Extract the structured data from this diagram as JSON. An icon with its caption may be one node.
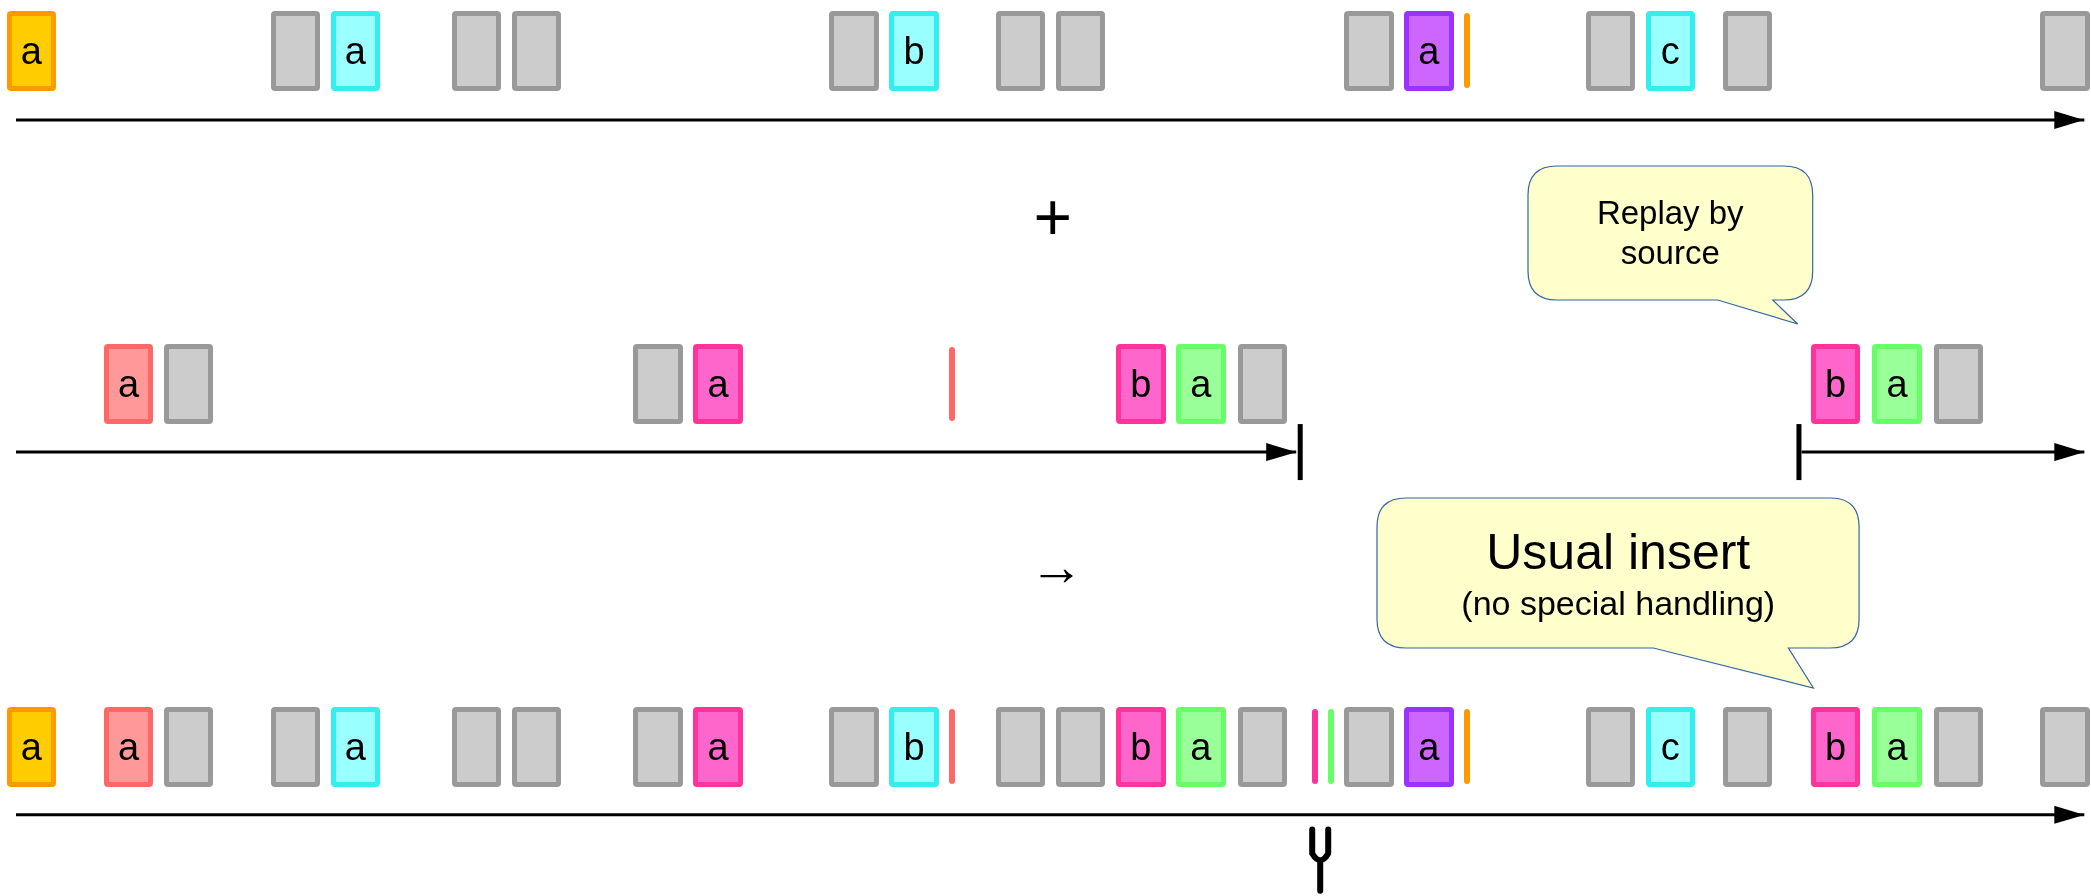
{
  "diagram": {
    "nodes": [
      {
        "text": [
          "a"
        ]
      },
      {
        "text": [],
        "shape": "box"
      },
      {
        "text": [
          "a"
        ]
      },
      {
        "text": [],
        "shape": "box"
      },
      {
        "text": [],
        "shape": "box"
      },
      {
        "text": [],
        "shape": "box"
      },
      {
        "text": [
          "b"
        ]
      },
      {
        "text": [],
        "shape": "box"
      },
      {
        "text": [],
        "shape": "box"
      },
      {
        "text": [],
        "shape": "box"
      },
      {
        "text": [
          "a"
        ]
      },
      {
        "text": [],
        "shape": "bar"
      },
      {
        "text": [],
        "shape": "box"
      },
      {
        "text": [
          "c"
        ]
      },
      {
        "text": [],
        "shape": "box"
      },
      {
        "text": [],
        "shape": "box"
      },
      {
        "text": [
          "Replay by source"
        ]
      },
      {
        "text": [
          "a"
        ]
      },
      {
        "text": [],
        "shape": "box"
      },
      {
        "text": [],
        "shape": "box"
      },
      {
        "text": [
          "a"
        ]
      },
      {
        "text": [],
        "shape": "bar"
      },
      {
        "text": [
          "b"
        ]
      },
      {
        "text": [
          "a"
        ]
      },
      {
        "text": [],
        "shape": "box"
      },
      {
        "text": [
          "b"
        ]
      },
      {
        "text": [
          "a"
        ]
      },
      {
        "text": [],
        "shape": "box"
      },
      {
        "text": [
          "Usual insert",
          "(no special handling)"
        ]
      },
      {
        "text": [
          "a"
        ]
      },
      {
        "text": [
          "a"
        ]
      },
      {
        "text": [],
        "shape": "box"
      },
      {
        "text": [],
        "shape": "box"
      },
      {
        "text": [
          "a"
        ]
      },
      {
        "text": [],
        "shape": "box"
      },
      {
        "text": [],
        "shape": "box"
      },
      {
        "text": [],
        "shape": "box"
      },
      {
        "text": [
          "a"
        ]
      },
      {
        "text": [],
        "shape": "box"
      },
      {
        "text": [
          "b"
        ]
      },
      {
        "text": [],
        "shape": "bar"
      },
      {
        "text": [],
        "shape": "box"
      },
      {
        "text": [],
        "shape": "box"
      },
      {
        "text": [
          "b"
        ]
      },
      {
        "text": [
          "a"
        ]
      },
      {
        "text": [],
        "shape": "box"
      },
      {
        "text": [],
        "shape": "bar"
      },
      {
        "text": [],
        "shape": "bar"
      },
      {
        "text": [],
        "shape": "box"
      },
      {
        "text": [
          "a"
        ]
      },
      {
        "text": [],
        "shape": "bar"
      },
      {
        "text": [],
        "shape": "box"
      },
      {
        "text": [
          "c"
        ]
      },
      {
        "text": [],
        "shape": "box"
      },
      {
        "text": [
          "b"
        ]
      },
      {
        "text": [
          "a"
        ]
      },
      {
        "text": [],
        "shape": "box"
      },
      {
        "text": [],
        "shape": "box"
      }
    ],
    "labels": [
      "+",
      "→"
    ]
  }
}
